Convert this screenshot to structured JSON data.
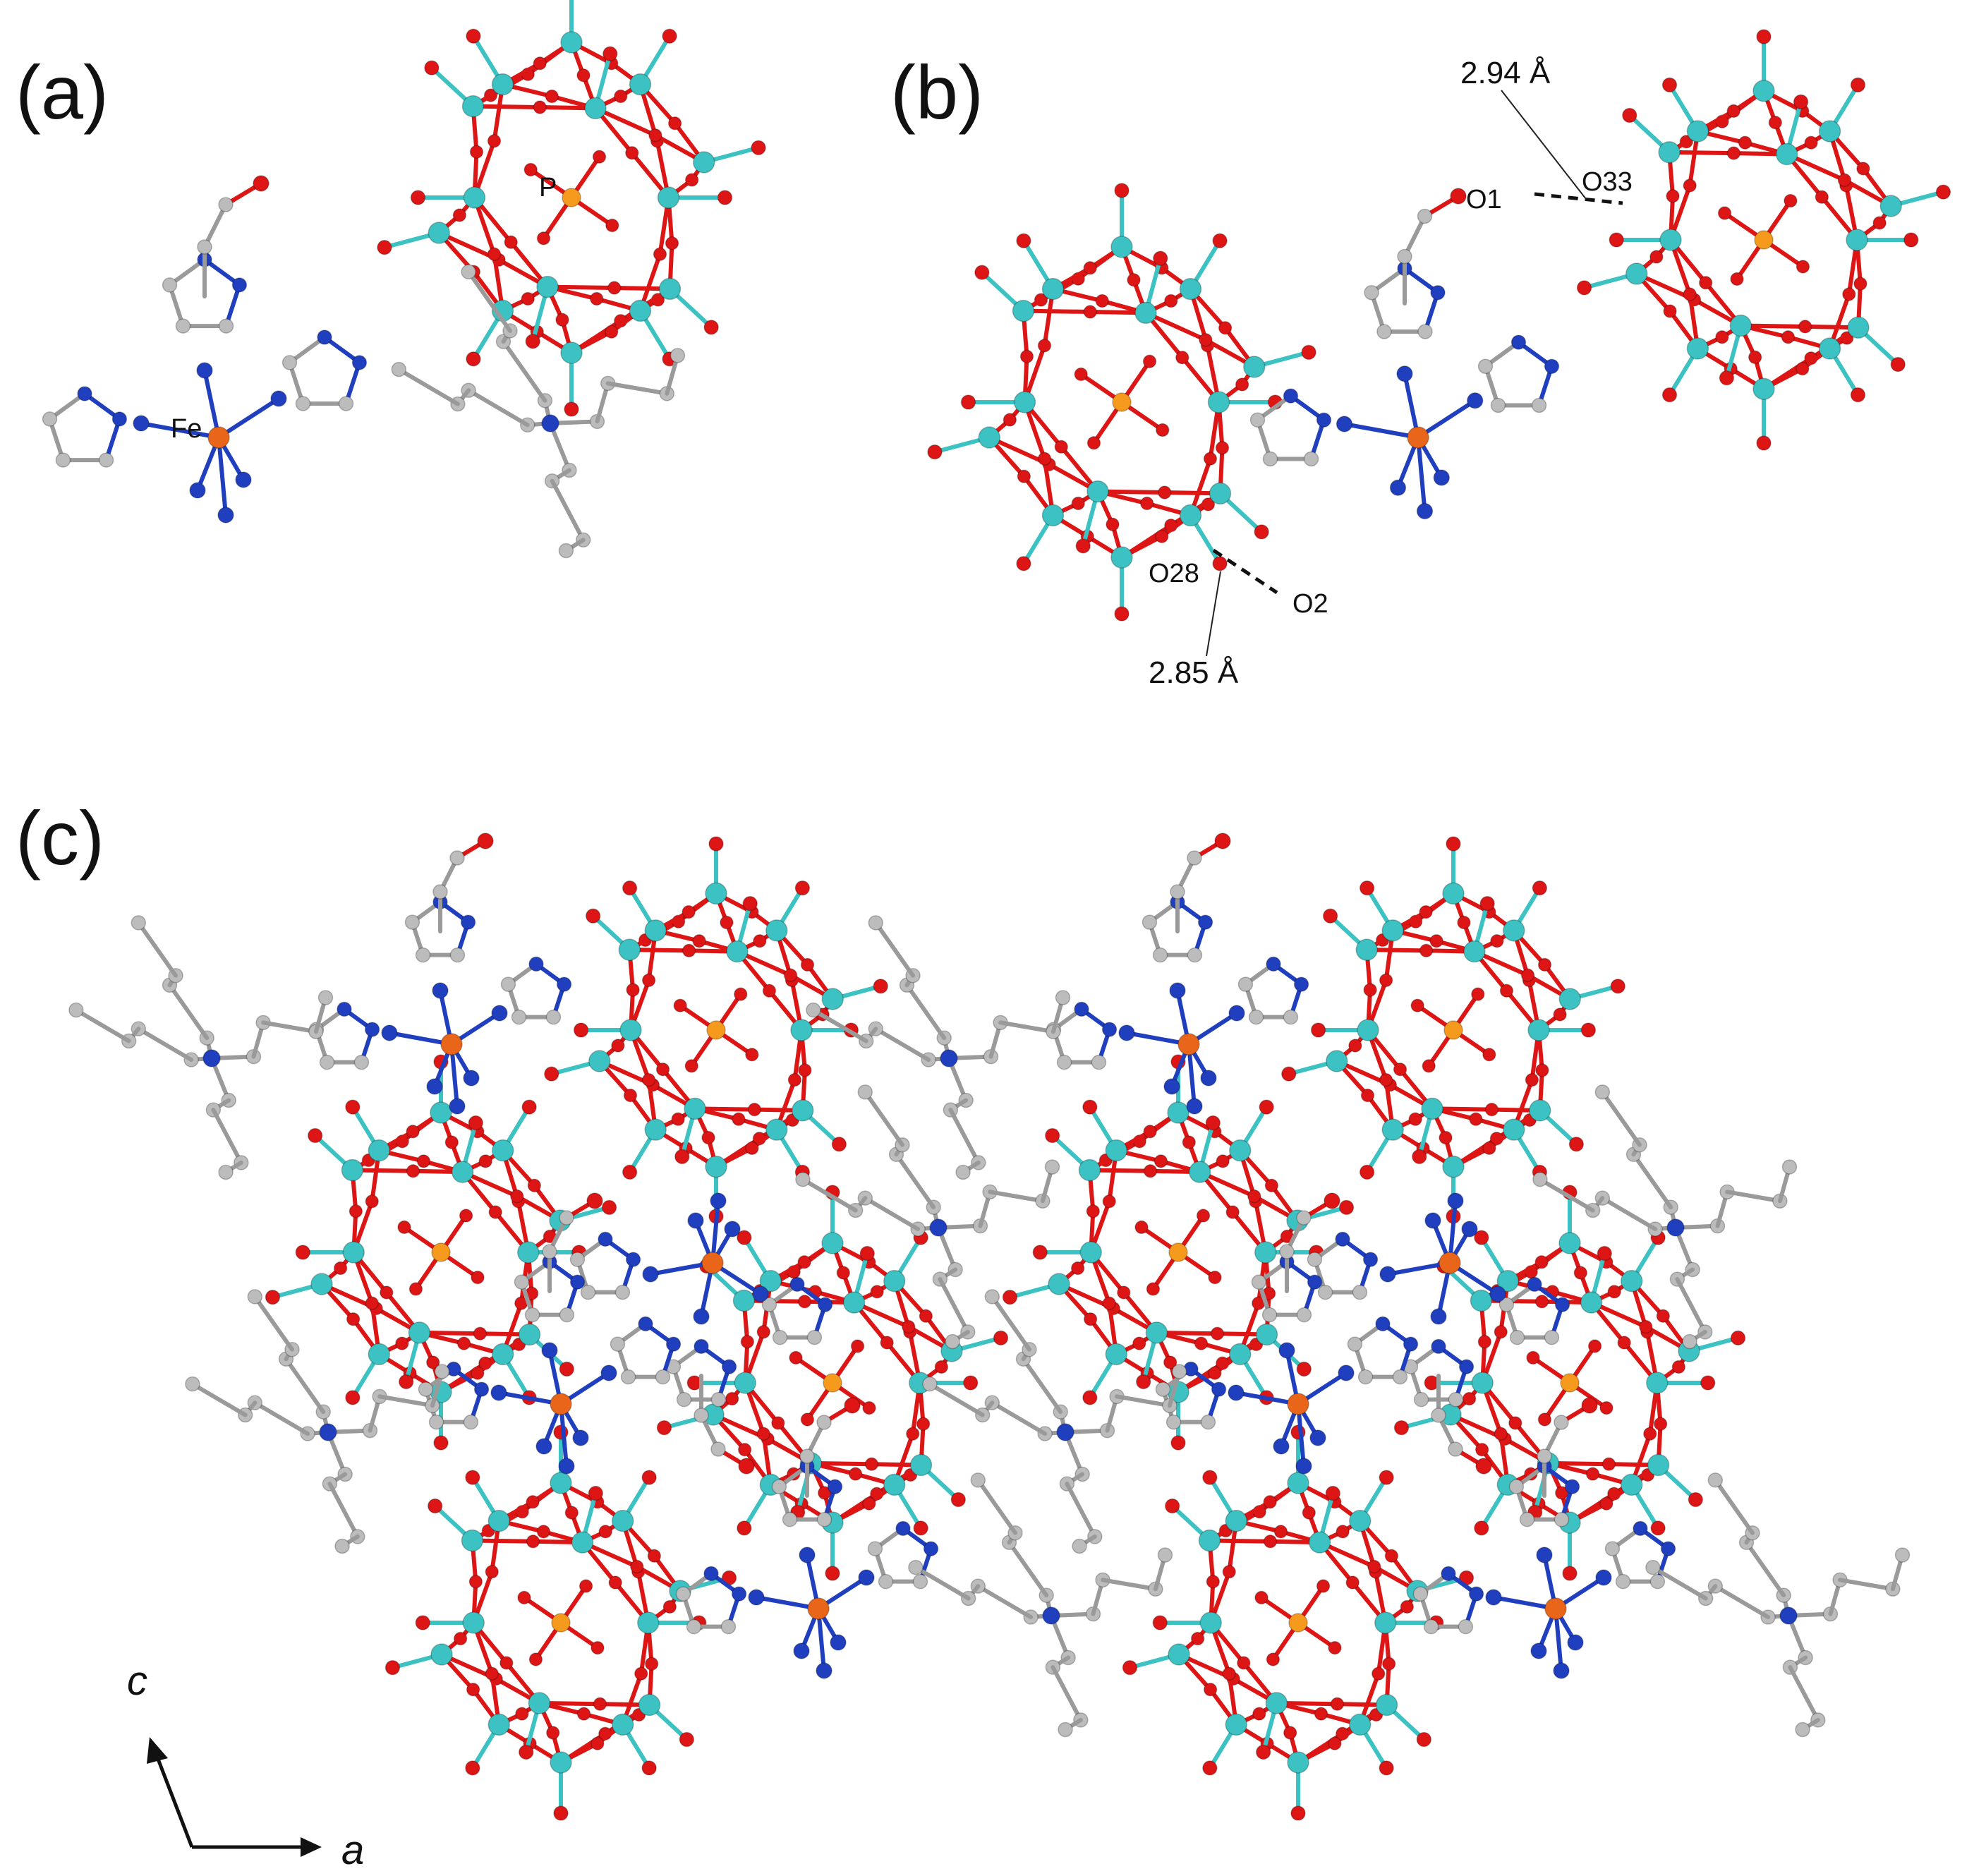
{
  "panels": {
    "a": {
      "label": "(a)"
    },
    "b": {
      "label": "(b)"
    },
    "c": {
      "label": "(c)"
    }
  },
  "atom_labels": {
    "fe": "Fe",
    "p": "P",
    "o1": "O1",
    "o2": "O2",
    "o28": "O28",
    "o33": "O33"
  },
  "distances": {
    "o1_o33": "2.94 Å",
    "o2_o28": "2.85 Å"
  },
  "axes": {
    "c": "c",
    "a": "a"
  },
  "colors": {
    "tungsten": "#3cc2c2",
    "oxygen": "#dd1515",
    "phosphorus": "#f59a1c",
    "iron": "#e8651a",
    "nitrogen": "#1f3fbf",
    "carbon": "#bcbcbc",
    "bond_w": "#3cc2c2",
    "bond_o": "#dd1515",
    "bond_c": "#9a9a9a",
    "bond_n": "#1f3fbf"
  }
}
